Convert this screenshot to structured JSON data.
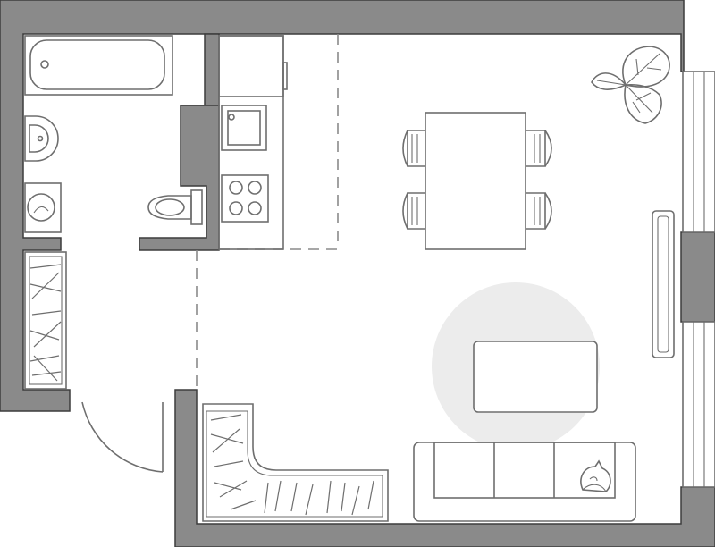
{
  "floor_plan": {
    "rooms": [
      "bathroom",
      "hallway",
      "kitchen",
      "living-room"
    ],
    "colors": {
      "wall_fill": "#8a8a8a",
      "wall_outline": "#3c3c3c",
      "furniture_stroke": "#6e6e6e",
      "rug_fill": "#ececec",
      "background": "#ffffff"
    },
    "icons": [
      "bathtub-icon",
      "washbasin-icon",
      "washing-machine-icon",
      "toilet-icon",
      "kitchen-sink-icon",
      "cooktop-icon",
      "dining-table-icon",
      "chair-icon",
      "plant-icon",
      "radiator-icon",
      "rug-icon",
      "coffee-table-icon",
      "sofa-icon",
      "cat-icon",
      "corner-sofa-icon",
      "wardrobe-icon",
      "door-icon",
      "window-icon"
    ]
  }
}
